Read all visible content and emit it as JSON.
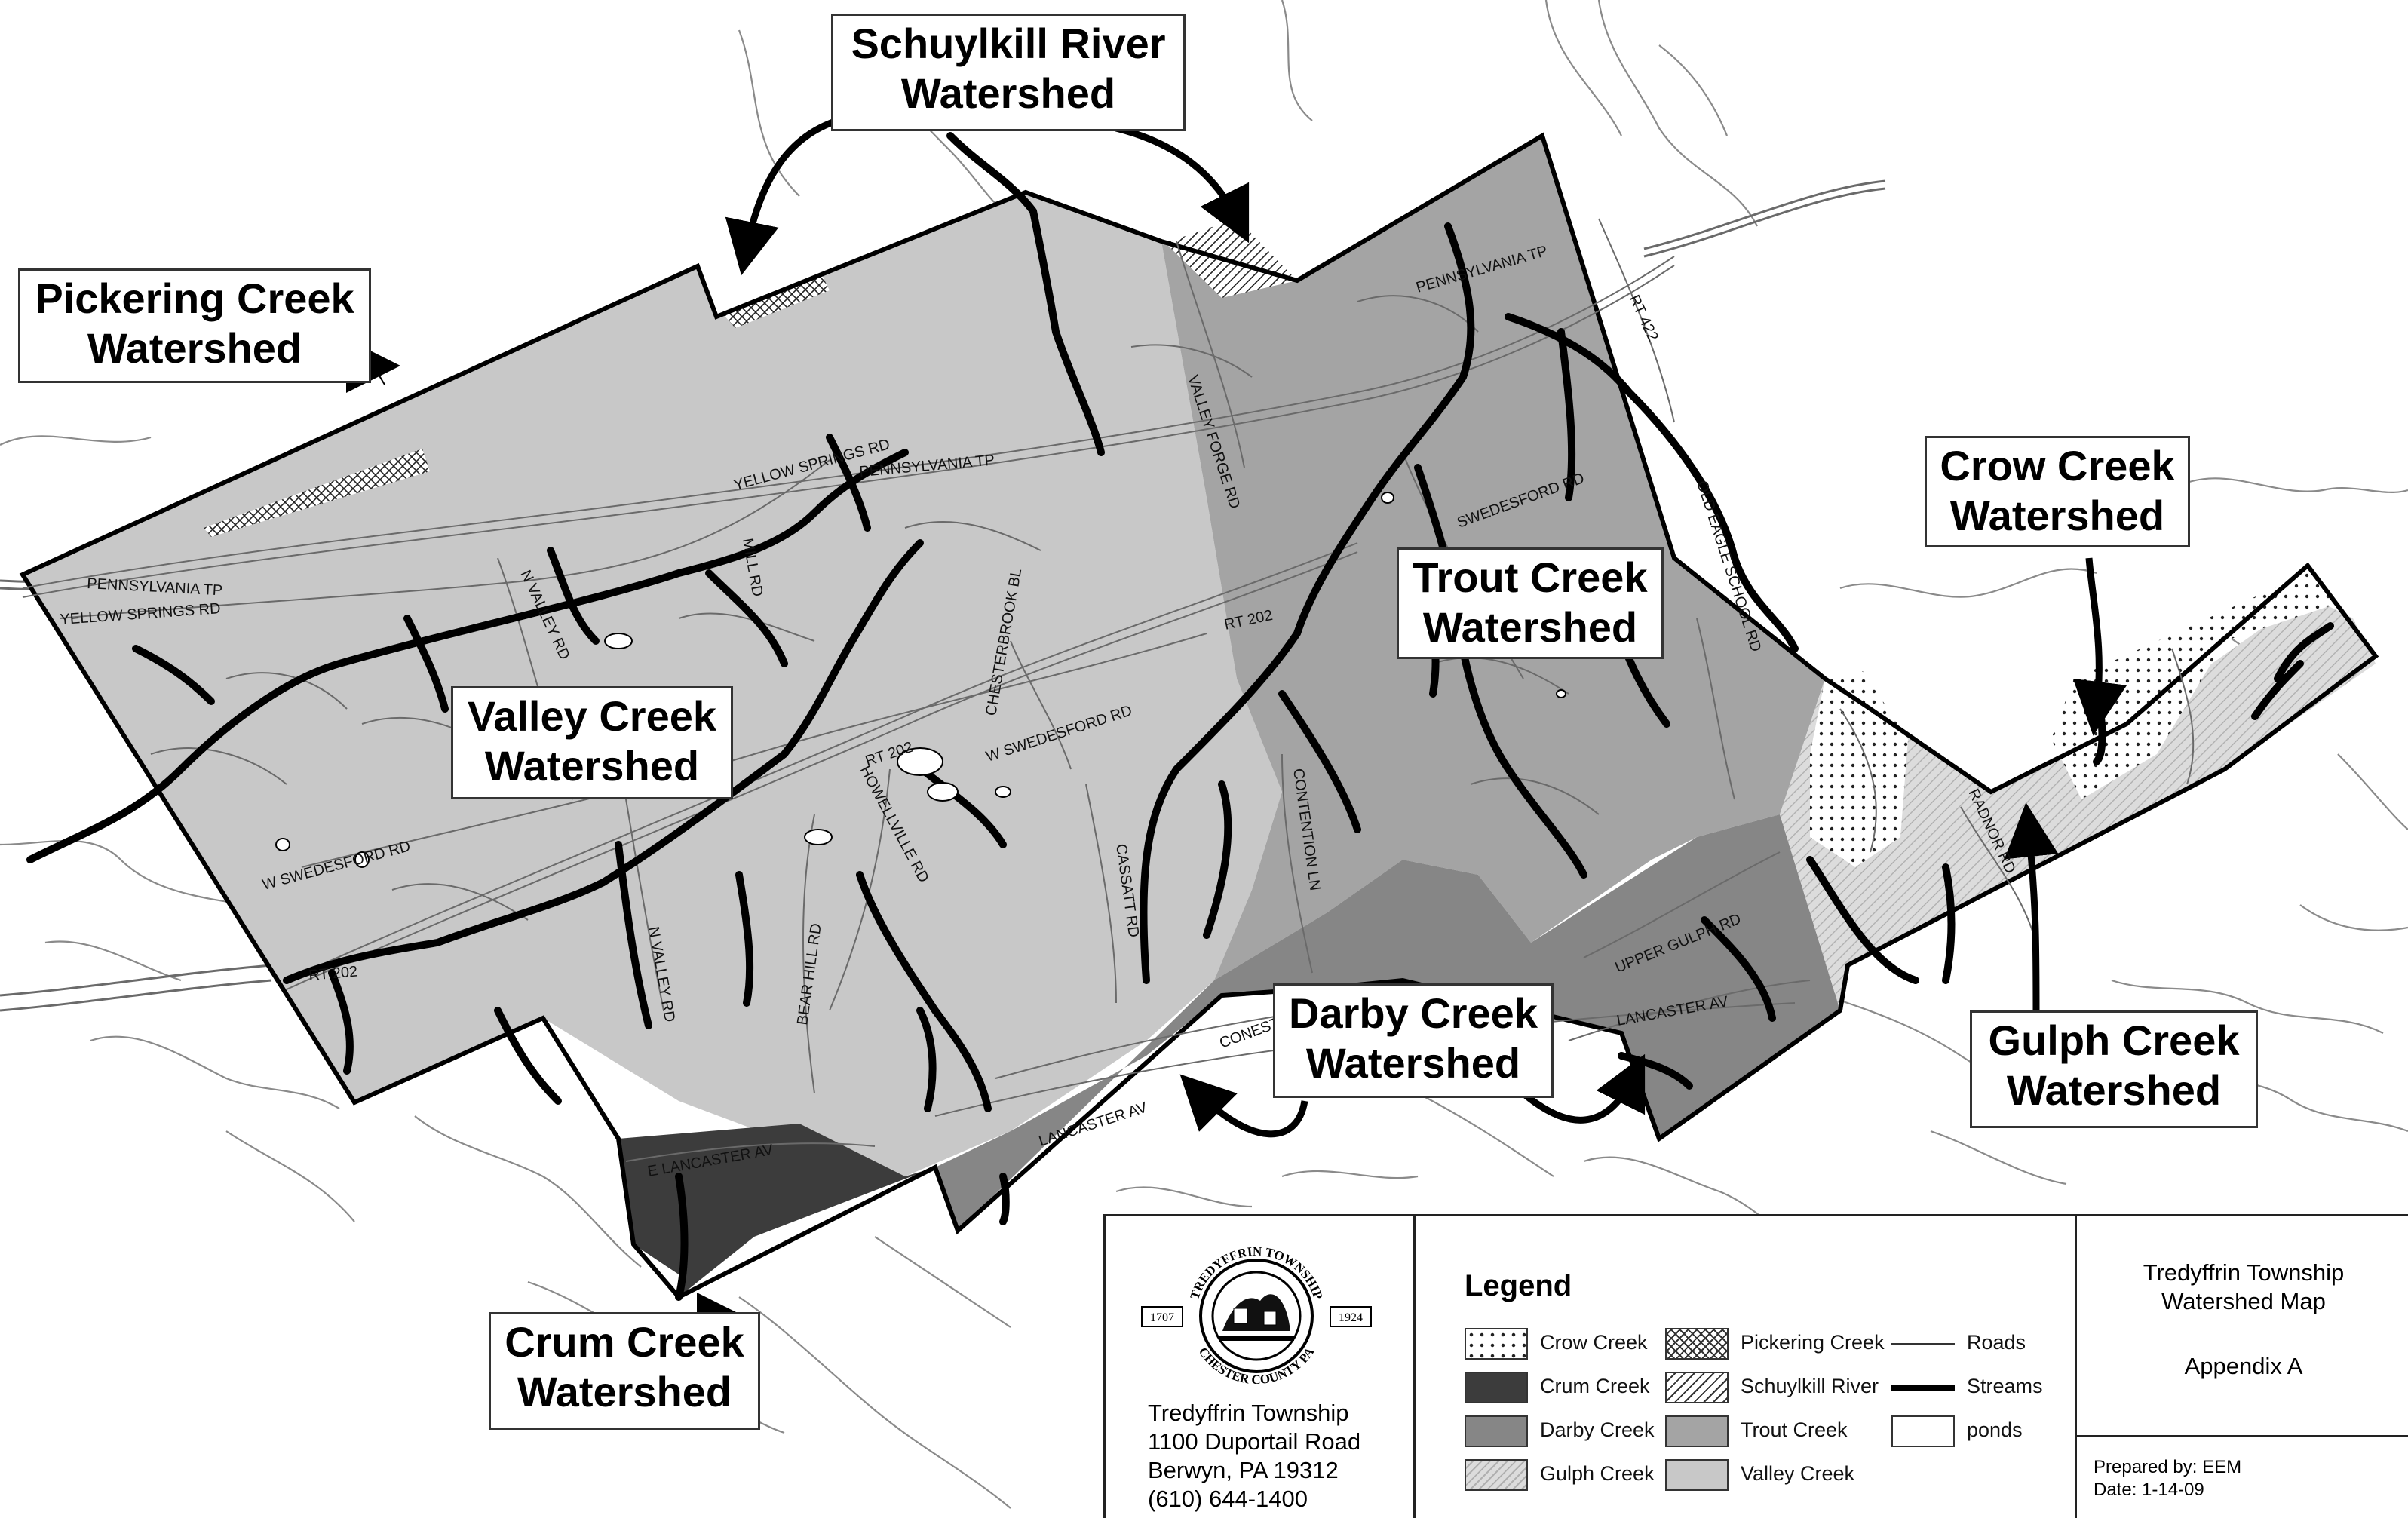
{
  "map": {
    "watersheds": {
      "schuylkill": {
        "line1": "Schuylkill River",
        "line2": "Watershed"
      },
      "pickering": {
        "line1": "Pickering Creek",
        "line2": "Watershed"
      },
      "crow": {
        "line1": "Crow Creek",
        "line2": "Watershed"
      },
      "trout": {
        "line1": "Trout Creek",
        "line2": "Watershed"
      },
      "valley": {
        "line1": "Valley Creek",
        "line2": "Watershed"
      },
      "darby": {
        "line1": "Darby Creek",
        "line2": "Watershed"
      },
      "gulph": {
        "line1": "Gulph Creek",
        "line2": "Watershed"
      },
      "crum": {
        "line1": "Crum Creek",
        "line2": "Watershed"
      }
    },
    "roads": {
      "pennsylvania_tp_1": "PENNSYLVANIA TP",
      "pennsylvania_tp_2": "PENNSYLVANIA TP",
      "pennsylvania_tp_3": "PENNSYLVANIA TP",
      "yellow_springs_rd_1": "YELLOW SPRINGS RD",
      "yellow_springs_rd_2": "YELLOW SPRINGS RD",
      "n_valley_rd_1": "N VALLEY RD",
      "n_valley_rd_2": "N VALLEY RD",
      "mill_rd": "MILL RD",
      "chesterbrook_bl": "CHESTERBROOK BL",
      "valley_forge_rd": "VALLEY FORGE RD",
      "rt_202_1": "RT 202",
      "rt_202_2": "RT 202",
      "rt_202_3": "RT 202",
      "w_swedesford_rd_1": "W SWEDESFORD RD",
      "w_swedesford_rd_2": "W SWEDESFORD RD",
      "swedesford_rd": "SWEDESFORD RD",
      "rt_422": "RT 422",
      "old_eagle_school_rd": "OLD EAGLE SCHOOL RD",
      "bear_hill_rd": "BEAR HILL RD",
      "howellville_rd": "HOWELLVILLE RD",
      "cassatt_rd": "CASSATT RD",
      "contention_ln": "CONTENTION LN",
      "conestoga_rd": "CONESTOGA RD",
      "upper_gulph_rd": "UPPER GULPH RD",
      "lancaster_av_1": "LANCASTER AV",
      "lancaster_av_2": "LANCASTER AV",
      "e_lancaster_av": "E LANCASTER AV",
      "radnor_rd": "RADNOR RD"
    }
  },
  "panel": {
    "seal_top": "TREDYFFRIN TOWNSHIP",
    "seal_bottom": "CHESTER COUNTY PA",
    "seal_year_left": "1707",
    "seal_year_right": "1924",
    "address": {
      "name": "Tredyffrin Township",
      "street": "1100 Duportail Road",
      "city": "Berwyn, PA 19312",
      "phone": "(610) 644-1400"
    },
    "legend": {
      "title": "Legend",
      "items": [
        {
          "label": "Crow Creek"
        },
        {
          "label": "Crum Creek"
        },
        {
          "label": "Darby Creek"
        },
        {
          "label": "Gulph Creek"
        },
        {
          "label": "Pickering Creek"
        },
        {
          "label": "Schuylkill River"
        },
        {
          "label": "Trout Creek"
        },
        {
          "label": "Valley Creek"
        },
        {
          "label": "Roads"
        },
        {
          "label": "Streams"
        },
        {
          "label": "ponds"
        }
      ]
    },
    "title_block": {
      "line1": "Tredyffrin Township",
      "line2": "Watershed Map",
      "appendix": "Appendix A",
      "prepared": "Prepared by: EEM",
      "date": "Date: 1-14-09"
    }
  },
  "colors": {
    "valley": "#c8c8c8",
    "trout": "#a4a4a4",
    "darby": "#868686",
    "crum": "#3c3c3c",
    "gulph": "#dcdcdc",
    "road": "#6a6a6a",
    "stream": "#000000"
  }
}
